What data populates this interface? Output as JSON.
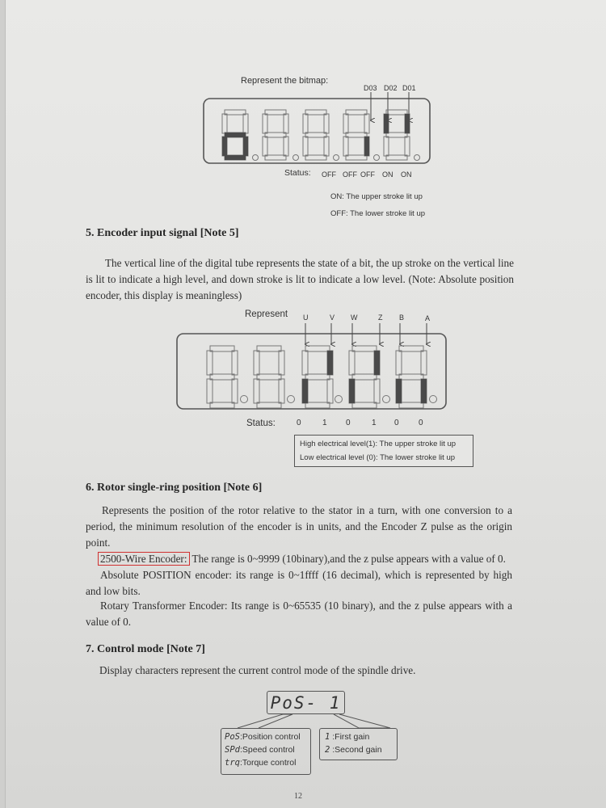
{
  "bitmap_figure": {
    "title": "Represent the bitmap:",
    "bit_labels": [
      "D03",
      "D02",
      "D01"
    ],
    "status_label": "Status:",
    "statuses": [
      "OFF",
      "OFF",
      "OFF",
      "ON",
      "ON"
    ],
    "legend": [
      "ON: The upper stroke lit up",
      "OFF: The lower stroke lit up"
    ]
  },
  "section5": {
    "heading": "5. Encoder input signal [Note 5]",
    "paragraph": "The vertical line of the digital tube represents the state of a bit, the up stroke on the vertical line is lit to indicate a high level, and down stroke is lit to indicate a low level. (Note: Absolute position encoder, this display is meaningless)",
    "figure": {
      "title": "Represent",
      "signal_labels": [
        "U",
        "V",
        "W",
        "Z",
        "B",
        "A"
      ],
      "status_label": "Status:",
      "statuses": [
        "0",
        "1",
        "0",
        "1",
        "0",
        "0"
      ],
      "legend": [
        "High electrical level(1): The upper stroke lit up",
        "Low electrical level (0): The lower stroke lit up"
      ]
    }
  },
  "section6": {
    "heading": "6. Rotor single-ring position [Note 6]",
    "paragraph1": "Represents the position of the rotor relative to the stator in a turn, with one conversion to a period, the minimum resolution of the encoder is in units, and the Encoder Z pulse as the origin point.",
    "wire_encoder_label": "2500-Wire Encoder:",
    "wire_encoder_text": " The range is 0~9999 (10binary),and the z pulse appears with a value of 0.",
    "paragraph3": "Absolute POSITION encoder: its range is 0~1ffff (16 decimal), which is represented by high and low bits.",
    "paragraph4": "Rotary Transformer Encoder: Its range is 0~65535 (10 binary), and the z pulse appears with a value of 0."
  },
  "section7": {
    "heading": "7. Control mode [Note 7]",
    "paragraph": "Display characters represent the current control mode of the spindle drive.",
    "display_value": "PoS- 1",
    "modes": [
      {
        "code": "PoS",
        "desc": ":Position control"
      },
      {
        "code": "SPd",
        "desc": ":Speed control"
      },
      {
        "code": "trq",
        "desc": ":Torque control"
      }
    ],
    "gains": [
      {
        "code": "1",
        "desc": " :First gain"
      },
      {
        "code": "2",
        "desc": " :Second gain"
      }
    ]
  },
  "page_number": "12"
}
